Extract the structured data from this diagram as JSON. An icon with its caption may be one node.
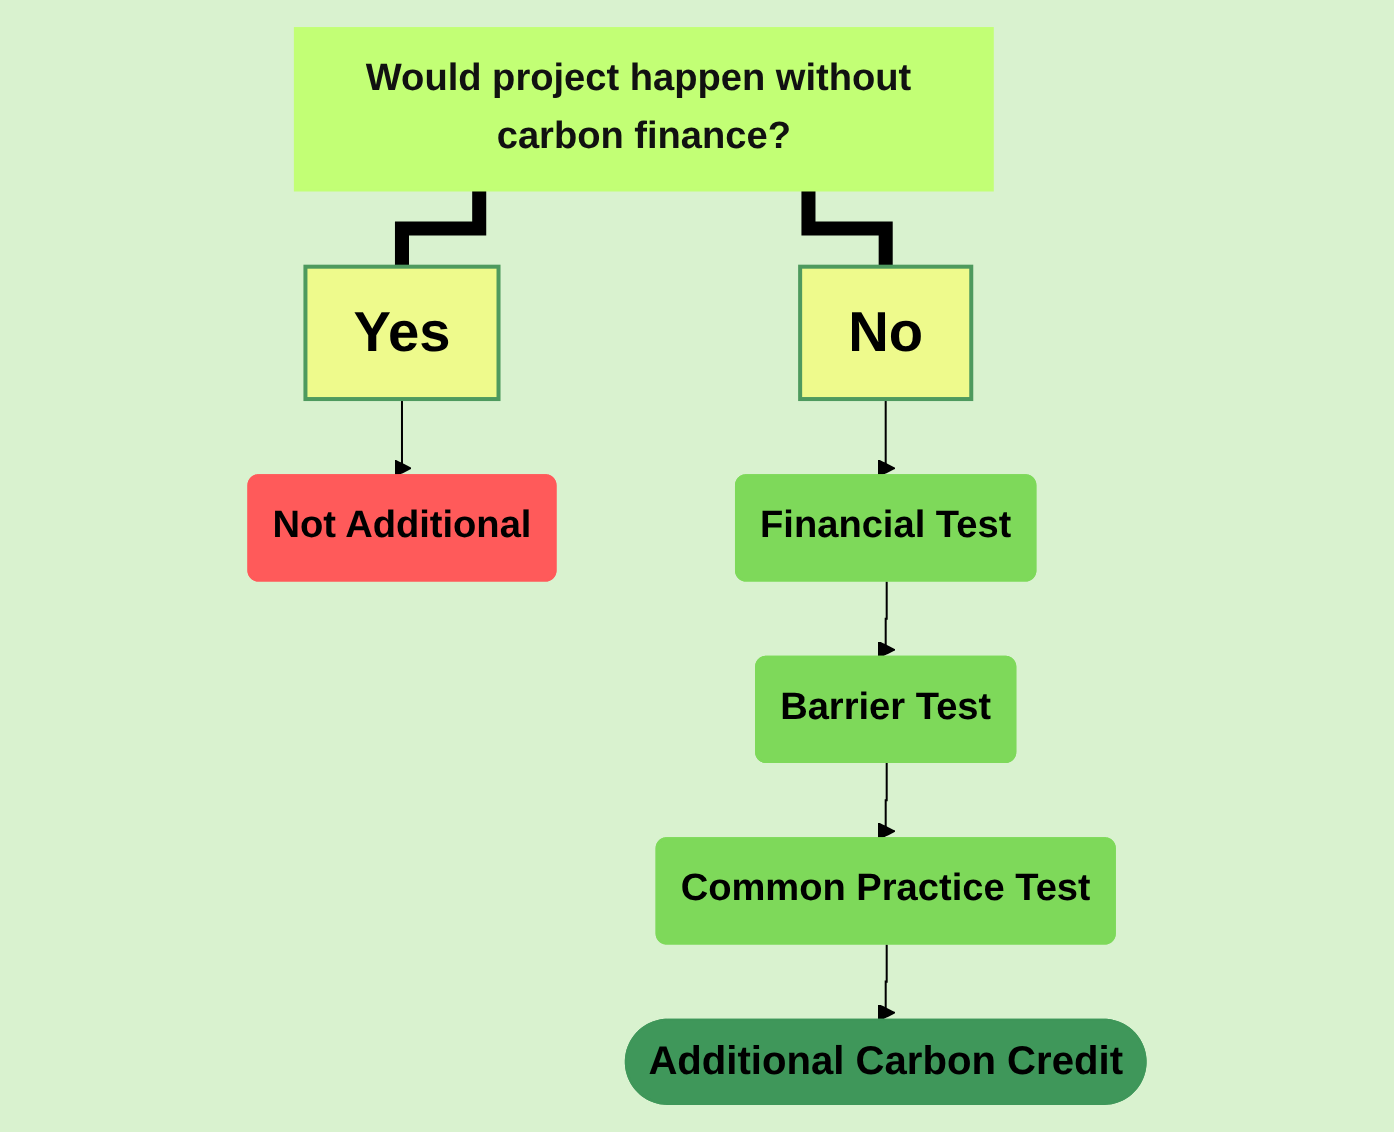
{
  "diagram": {
    "nodes": [
      {
        "text": [
          "Would project happen without carbon finance?"
        ]
      },
      {
        "text": [
          "Yes"
        ]
      },
      {
        "text": [
          "No"
        ]
      },
      {
        "text": [
          "Not Additional"
        ]
      },
      {
        "text": [
          "Financial Test"
        ]
      },
      {
        "text": [
          "Barrier Test"
        ]
      },
      {
        "text": [
          "Common Practice Test"
        ]
      },
      {
        "text": [
          "Additional Carbon Credit"
        ]
      }
    ],
    "edges": [
      {
        "from": 0,
        "to": 1,
        "arrow": "none",
        "style": "thick"
      },
      {
        "from": 0,
        "to": 2,
        "arrow": "none",
        "style": "thick"
      },
      {
        "from": 1,
        "to": 3,
        "arrow": "to"
      },
      {
        "from": 2,
        "to": 4,
        "arrow": "to"
      },
      {
        "from": 4,
        "to": 5,
        "arrow": "to"
      },
      {
        "from": 5,
        "to": 6,
        "arrow": "to"
      },
      {
        "from": 6,
        "to": 7,
        "arrow": "to"
      }
    ]
  }
}
